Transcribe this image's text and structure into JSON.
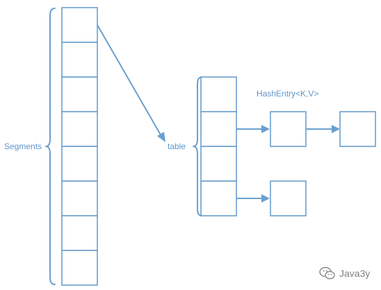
{
  "labels": {
    "segments": "Segments",
    "table": "table",
    "hash_entry": "HashEntry<K,V>"
  },
  "segments": {
    "count": 8
  },
  "table": {
    "count": 4
  },
  "watermark": {
    "text": "Java3y",
    "icon": "wechat-icon"
  },
  "colors": {
    "stroke": "#6a9fcf",
    "label": "#5d95c8",
    "watermark": "#808080"
  }
}
